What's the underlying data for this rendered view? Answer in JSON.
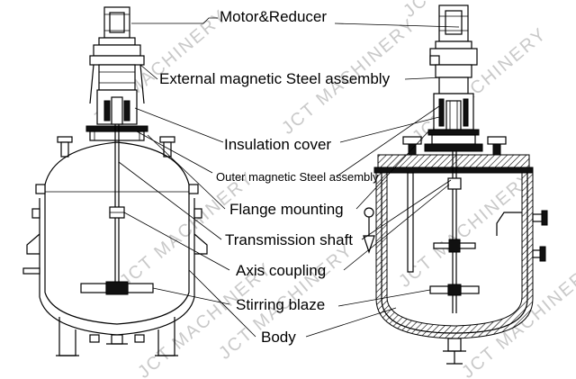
{
  "title": "Magnetic stirring reactor diagram",
  "watermark": "JCT MACHINERY",
  "labels": {
    "motor": "Motor&Reducer",
    "external_magnetic": "External magnetic Steel assembly",
    "insulation": "Insulation cover",
    "outer_magnetic": "Outer magnetic Steel assembly",
    "flange": "Flange mounting",
    "shaft": "Transmission shaft",
    "coupling": "Axis coupling",
    "stirring": "Stirring blaze",
    "body": "Body"
  }
}
